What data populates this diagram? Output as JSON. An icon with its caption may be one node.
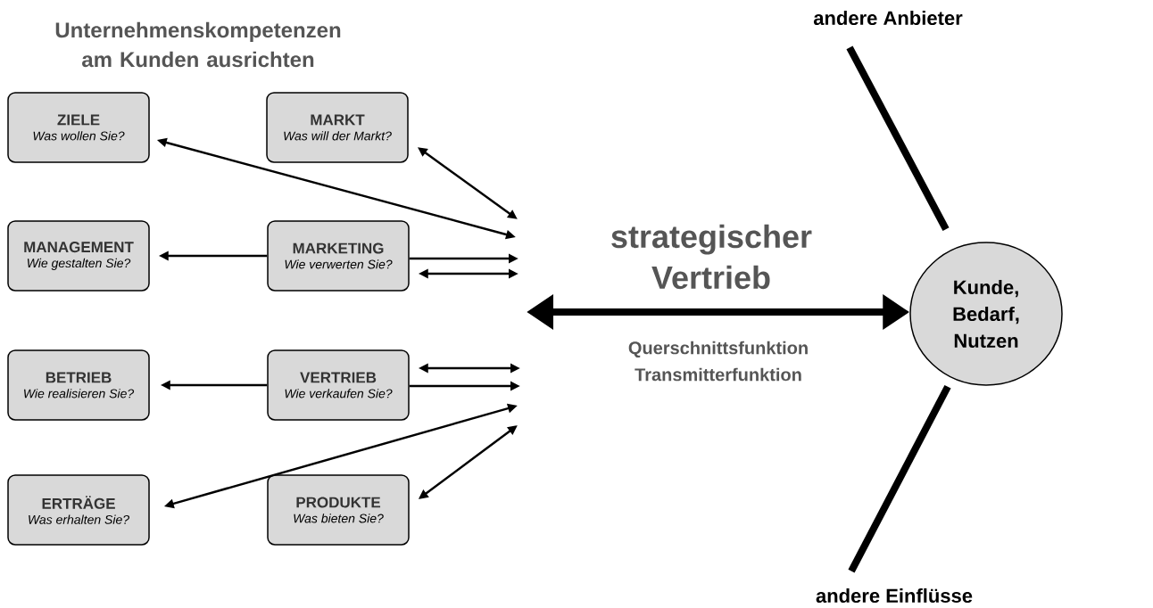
{
  "diagram": {
    "title": "Unternehmenskompetenzen am Kunden ausrichten",
    "nodes": [
      {
        "text": [
          "ZIELE",
          "Was wollen Sie?"
        ]
      },
      {
        "text": [
          "MARKT",
          "Was will der Markt?"
        ]
      },
      {
        "text": [
          "MANAGEMENT",
          "Wie gestalten Sie?"
        ]
      },
      {
        "text": [
          "MARKETING",
          "Wie verwerten Sie?"
        ]
      },
      {
        "text": [
          "BETRIEB",
          "Wie realisieren Sie?"
        ]
      },
      {
        "text": [
          "VERTRIEB",
          "Wie verkaufen Sie?"
        ]
      },
      {
        "text": [
          "ERTRÄGE",
          "Was erhalten Sie?"
        ]
      },
      {
        "text": [
          "PRODUKTE",
          "Was bieten Sie?"
        ]
      },
      {
        "text": [
          "Kunde, Bedarf, Nutzen"
        ]
      },
      {
        "text": [
          "andere Anbieter"
        ]
      },
      {
        "text": [
          "andere Einflüsse"
        ]
      }
    ],
    "edges": [
      {
        "from": null,
        "to": 0,
        "arrow": "both"
      },
      {
        "from": null,
        "to": 1,
        "arrow": "both"
      },
      {
        "from": 3,
        "to": 2,
        "arrow": "to"
      },
      {
        "from": 3,
        "to": null,
        "arrow": "to"
      },
      {
        "from": null,
        "to": 3,
        "arrow": "both"
      },
      {
        "from": 5,
        "to": 4,
        "arrow": "to"
      },
      {
        "from": null,
        "to": 5,
        "arrow": "both"
      },
      {
        "from": 5,
        "to": null,
        "arrow": "to"
      },
      {
        "from": null,
        "to": 6,
        "arrow": "both"
      },
      {
        "from": null,
        "to": 7,
        "arrow": "both"
      },
      {
        "from": null,
        "to": 8,
        "arrow": "both",
        "style": "thick"
      },
      {
        "from": 9,
        "to": 8,
        "arrow": "none",
        "style": "thick"
      },
      {
        "from": 10,
        "to": 8,
        "arrow": "none",
        "style": "thick"
      }
    ],
    "labels": [
      "strategischer Vertrieb",
      "Querschnittsfunktion Transmitterfunktion"
    ]
  }
}
